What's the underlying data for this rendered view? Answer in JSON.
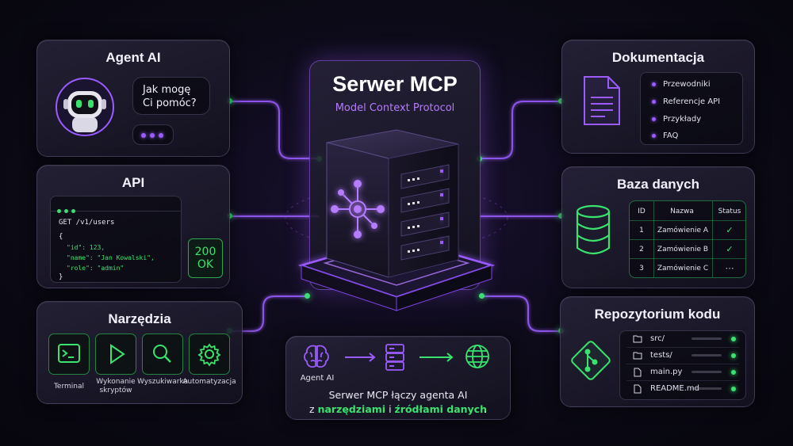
{
  "center": {
    "title": "Serwer MCP",
    "subtitle": "Model Context Protocol"
  },
  "agent": {
    "title": "Agent AI",
    "bubble_line1": "Jak mogę",
    "bubble_line2": "Ci pomóc?"
  },
  "api": {
    "title": "API",
    "request": "GET /v1/users",
    "brace_open": "{",
    "line_id": "\"id\": 123,",
    "line_name": "\"name\": \"Jan Kowalski\",",
    "line_role": "\"role\": \"admin\"",
    "brace_close": "}",
    "status_code": "200",
    "status_text": "OK"
  },
  "tools": {
    "title": "Narzędzia",
    "items": [
      {
        "label": "Terminal",
        "icon": "terminal-icon"
      },
      {
        "label": "Wykonanie skryptów",
        "icon": "play-icon"
      },
      {
        "label": "Wyszukiwarka",
        "icon": "search-icon"
      },
      {
        "label": "Automatyzacja",
        "icon": "gear-icon"
      }
    ]
  },
  "docs": {
    "title": "Dokumentacja",
    "items": [
      "Przewodniki",
      "Referencje API",
      "Przykłady",
      "FAQ"
    ]
  },
  "db": {
    "title": "Baza danych",
    "headers": [
      "ID",
      "Nazwa",
      "Status"
    ],
    "rows": [
      {
        "id": "1",
        "name": "Zamówienie A",
        "status": "✓"
      },
      {
        "id": "2",
        "name": "Zamówienie B",
        "status": "✓"
      },
      {
        "id": "3",
        "name": "Zamówienie C",
        "status": "⋯"
      }
    ]
  },
  "repo": {
    "title": "Repozytorium kodu",
    "items": [
      {
        "name": "src/",
        "icon": "folder-icon"
      },
      {
        "name": "tests/",
        "icon": "folder-icon"
      },
      {
        "name": "main.py",
        "icon": "file-icon"
      },
      {
        "name": "README.md",
        "icon": "file-icon"
      }
    ]
  },
  "flow": {
    "agent_label": "Agent AI",
    "desc_prefix": "Serwer MCP łączy agenta AI",
    "desc_z": "z",
    "desc_tools": "narzędziami",
    "desc_and": "i",
    "desc_sources": "źródłami danych",
    "desc_end": "."
  },
  "colors": {
    "accent_purple": "#9b5cff",
    "accent_green": "#39e36d"
  }
}
